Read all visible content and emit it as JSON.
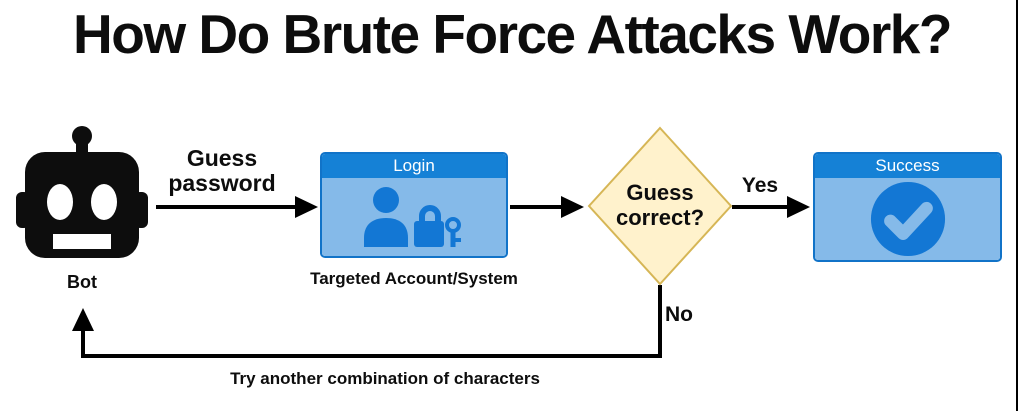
{
  "title": "How Do Brute Force Attacks Work?",
  "colors": {
    "header_blue": "#1581d6",
    "body_blue": "#85bae9",
    "icon_blue": "#1377d4",
    "box_border": "#1173c8",
    "diamond_fill": "#fff2cc",
    "diamond_border": "#d6b656",
    "line_color": "#000000",
    "title_color": "#0d0d0d"
  },
  "nodes": {
    "bot": {
      "label": "Bot",
      "icon": "robot-icon"
    },
    "login": {
      "header": "Login",
      "caption": "Targeted Account/System",
      "icons": [
        "user-icon",
        "lock-icon",
        "key-icon"
      ]
    },
    "decision": {
      "label": "Guess correct?"
    },
    "success": {
      "header": "Success",
      "icon": "check-circle-icon"
    }
  },
  "edges": {
    "guess": {
      "label": "Guess password",
      "from": "bot",
      "to": "login"
    },
    "to_decision": {
      "label": "",
      "from": "login",
      "to": "decision"
    },
    "yes": {
      "label": "Yes",
      "from": "decision",
      "to": "success"
    },
    "no": {
      "label": "No",
      "from": "decision",
      "to": "retry"
    },
    "retry": {
      "label": "Try another combination of characters",
      "from": "decision",
      "to": "bot"
    }
  }
}
